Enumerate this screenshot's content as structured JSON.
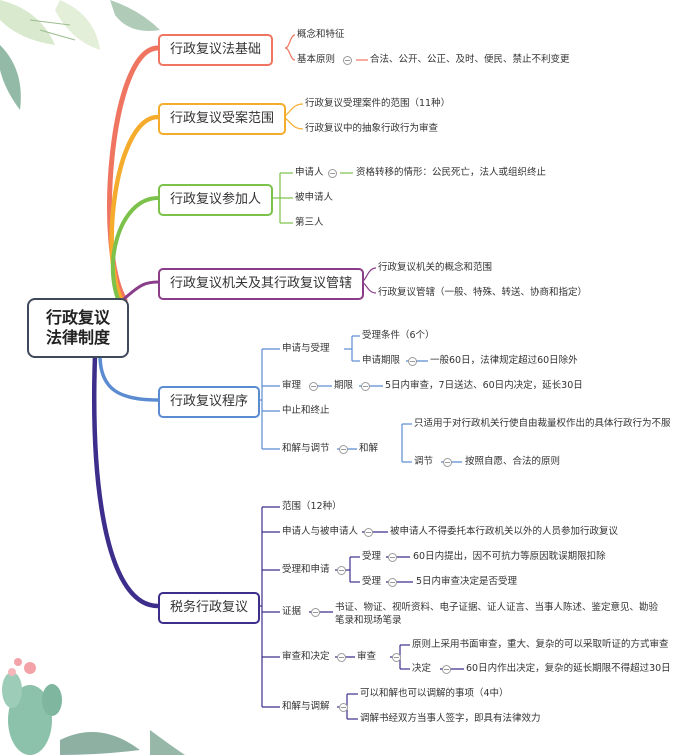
{
  "root": {
    "line1": "行政复议",
    "line2": "法律制度"
  },
  "colors": {
    "red": "#f07561",
    "orange": "#f5ac2c",
    "yellow": "#f3c80f",
    "green": "#7cc24a",
    "purple": "#8a3d88",
    "blue": "#5b8bd0",
    "navy": "#3d2e8c",
    "root_border": "#3e4a5c"
  },
  "b1": {
    "title": "行政复议法基础",
    "c1": "概念和特征",
    "c2": "基本原则",
    "c2a": "合法、公开、公正、及时、便民、禁止不利变更"
  },
  "b2": {
    "title": "行政复议受案范围",
    "c1": "行政复议受理案件的范围（11种）",
    "c2": "行政复议中的抽象行政行为审查"
  },
  "b3": {
    "title": "行政复议参加人",
    "c1": "申请人",
    "c1a": "资格转移的情形：公民死亡，法人或组织终止",
    "c2": "被申请人",
    "c3": "第三人"
  },
  "b4": {
    "title": "行政复议机关及其行政复议管辖",
    "c1": "行政复议机关的概念和范围",
    "c2": "行政复议管辖（一般、特殊、转送、协商和指定）"
  },
  "b5": {
    "title": "行政复议程序",
    "c1": "申请与受理",
    "c1a": "受理条件（6个）",
    "c1b": "申请期限",
    "c1b1": "一般60日，法律规定超过60日除外",
    "c2": "审理",
    "c2a": "期限",
    "c2a1": "5日内审查，7日送达、60日内决定，延长30日",
    "c3": "中止和终止",
    "c4": "和解与调节",
    "c4a": "和解",
    "c4a1": "只适用于对行政机关行使自由裁量权作出的具体行政行为不服",
    "c4b": "调节",
    "c4b1": "按照自愿、合法的原则"
  },
  "b6": {
    "title": "税务行政复议",
    "c1": "范围（12种）",
    "c2": "申请人与被申请人",
    "c2a": "被申请人不得委托本行政机关以外的人员参加行政复议",
    "c3": "受理和申请",
    "c3a": "受理",
    "c3a1": "60日内提出，因不可抗力等原因耽误期限扣除",
    "c3b": "受理",
    "c3b1": "5日内审查决定是否受理",
    "c4": "证据",
    "c4a": "书证、物证、视听资料、电子证据、证人证言、当事人陈述、鉴定意见、勘验笔录和现场笔录",
    "c5": "审查和决定",
    "c5a": "审查",
    "c5a1": "原则上采用书面审查，重大、复杂的可以采取听证的方式审查",
    "c5b": "决定",
    "c5b1": "60日内作出决定，复杂的延长期限不得超过30日",
    "c6": "和解与调解",
    "c6a": "可以和解也可以调解的事项（4中）",
    "c6b": "调解书经双方当事人签字，即具有法律效力"
  }
}
